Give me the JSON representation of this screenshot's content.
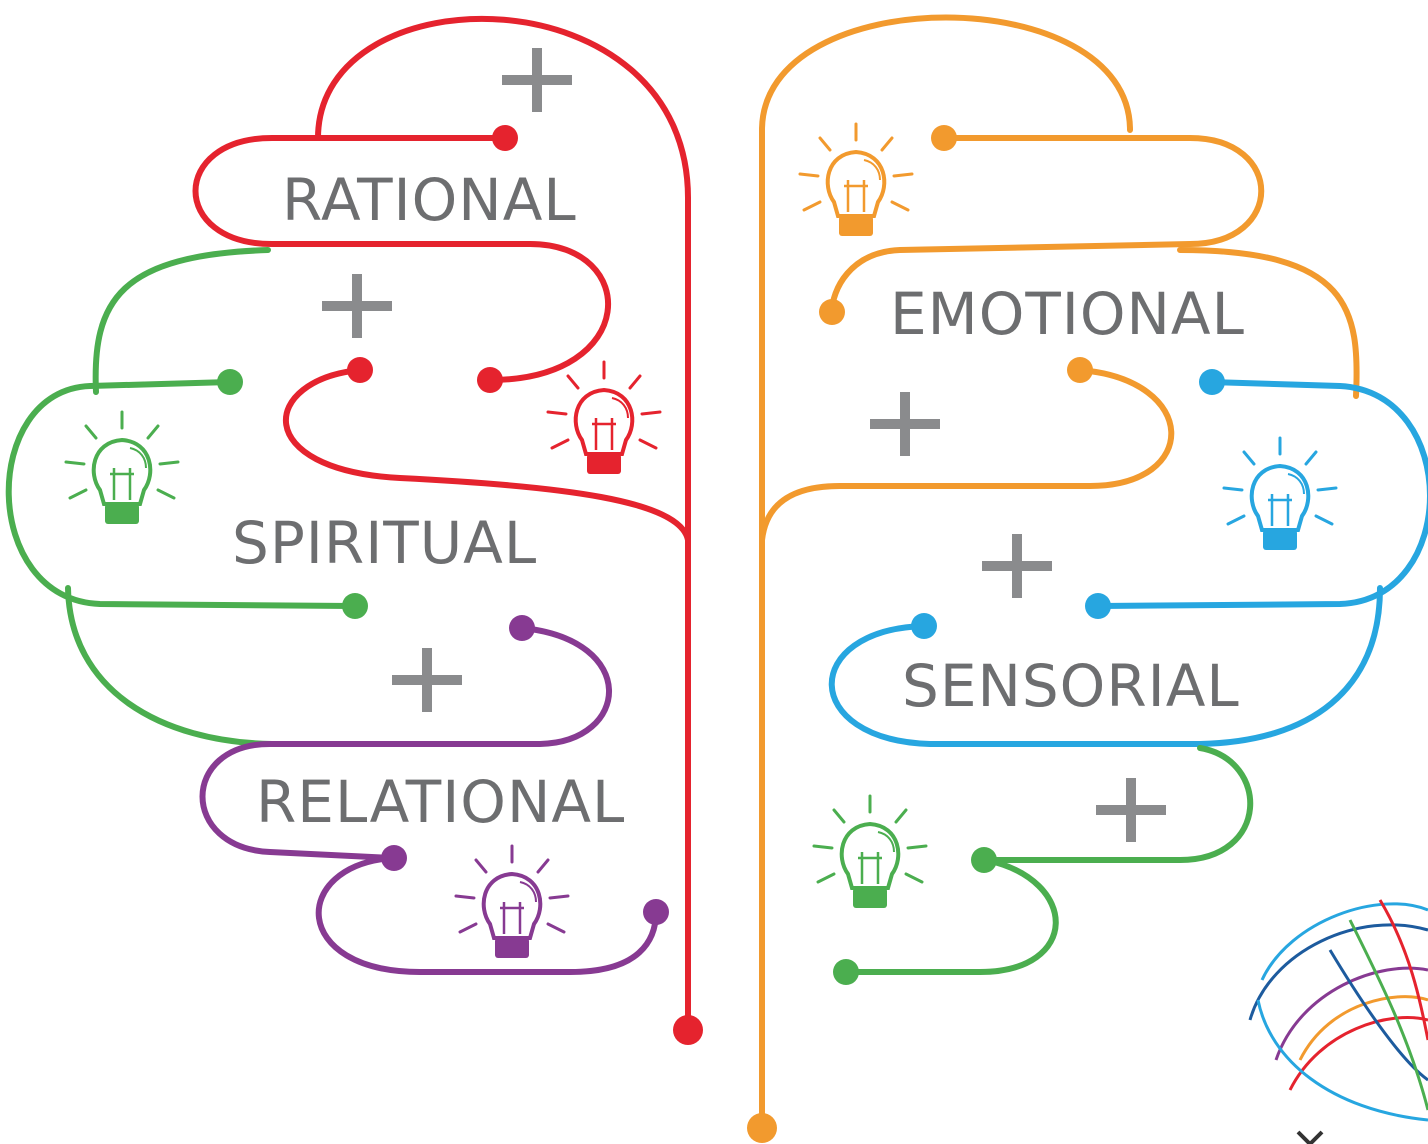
{
  "lobes": {
    "rational": {
      "label": "RATIONAL"
    },
    "emotional": {
      "label": "EMOTIONAL"
    },
    "spiritual": {
      "label": "SPIRITUAL"
    },
    "sensorial": {
      "label": "SENSORIAL"
    },
    "relational": {
      "label": "RELATIONAL"
    }
  },
  "colors": {
    "rational": "#e5232e",
    "emotional": "#f29a2e",
    "spiritual": "#4bae4f",
    "sensorial": "#27a6e0",
    "relational": "#873a92",
    "lower_right": "#4bae4f",
    "text": "#6d6e70",
    "plus": "#8a8b8d"
  },
  "icons": {
    "lightbulb": "lightbulb-icon",
    "plus": "plus-icon",
    "logo": "globe-swirl-logo"
  }
}
